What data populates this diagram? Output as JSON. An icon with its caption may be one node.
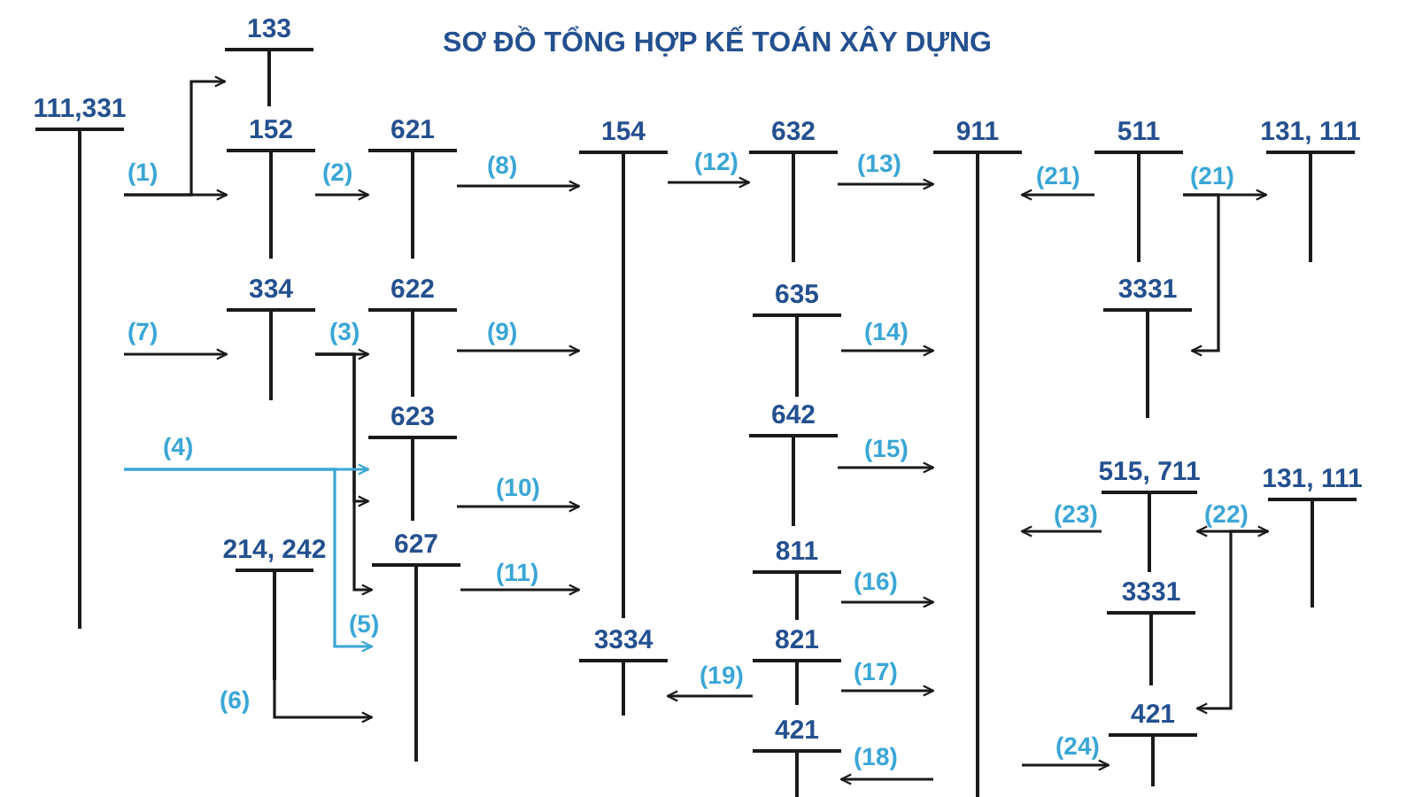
{
  "diagram": {
    "title": "SƠ ĐỒ TỔNG HỢP KẾ TOÁN XÂY DỰNG",
    "nodes": [
      {
        "text": [
          "133"
        ]
      },
      {
        "text": [
          "111,331"
        ]
      },
      {
        "text": [
          "152"
        ]
      },
      {
        "text": [
          "621"
        ]
      },
      {
        "text": [
          "154"
        ]
      },
      {
        "text": [
          "632"
        ]
      },
      {
        "text": [
          "911"
        ]
      },
      {
        "text": [
          "511"
        ]
      },
      {
        "text": [
          "131, 111"
        ]
      },
      {
        "text": [
          "334"
        ]
      },
      {
        "text": [
          "622"
        ]
      },
      {
        "text": [
          "3331"
        ]
      },
      {
        "text": [
          "623"
        ]
      },
      {
        "text": [
          "635"
        ]
      },
      {
        "text": [
          "642"
        ]
      },
      {
        "text": [
          "515, 711"
        ]
      },
      {
        "text": [
          "131, 111"
        ]
      },
      {
        "text": [
          "627"
        ]
      },
      {
        "text": [
          "214, 242"
        ]
      },
      {
        "text": [
          "811"
        ]
      },
      {
        "text": [
          "3331"
        ]
      },
      {
        "text": [
          "3334"
        ]
      },
      {
        "text": [
          "821"
        ]
      },
      {
        "text": [
          "421"
        ]
      },
      {
        "text": [
          "421"
        ]
      }
    ],
    "edges": [
      {
        "from": 1,
        "to": 2,
        "arrow": "to",
        "label": "(1)"
      },
      {
        "from": 1,
        "to": 0,
        "arrow": "to"
      },
      {
        "from": 2,
        "to": 3,
        "arrow": "to",
        "label": "(2)"
      },
      {
        "from": 3,
        "to": 4,
        "arrow": "to",
        "label": "(8)"
      },
      {
        "from": 1,
        "to": 9,
        "arrow": "to",
        "label": "(7)"
      },
      {
        "from": 9,
        "to": 10,
        "arrow": "to",
        "label": "(3)"
      },
      {
        "from": 9,
        "to": 12,
        "arrow": "to"
      },
      {
        "from": 9,
        "to": 17,
        "arrow": "to"
      },
      {
        "from": 10,
        "to": 4,
        "arrow": "to",
        "label": "(9)"
      },
      {
        "from": 1,
        "to": 12,
        "arrow": "to",
        "label": "(4)",
        "color": "#3aa6d6"
      },
      {
        "from": 1,
        "to": 17,
        "arrow": "to",
        "label": "(5)",
        "color": "#3aa6d6"
      },
      {
        "from": 12,
        "to": 4,
        "arrow": "to",
        "label": "(10)"
      },
      {
        "from": 17,
        "to": 4,
        "arrow": "to",
        "label": "(11)"
      },
      {
        "from": 18,
        "to": 17,
        "arrow": "to",
        "label": "(6)"
      },
      {
        "from": 4,
        "to": 5,
        "arrow": "to",
        "label": "(12)"
      },
      {
        "from": 5,
        "to": 6,
        "arrow": "to",
        "label": "(13)"
      },
      {
        "from": 13,
        "to": 6,
        "arrow": "to",
        "label": "(14)"
      },
      {
        "from": 14,
        "to": 6,
        "arrow": "to",
        "label": "(15)"
      },
      {
        "from": 19,
        "to": 6,
        "arrow": "to",
        "label": "(16)"
      },
      {
        "from": 22,
        "to": 6,
        "arrow": "to",
        "label": "(17)"
      },
      {
        "from": 22,
        "to": 21,
        "arrow": "to",
        "label": "(19)"
      },
      {
        "from": 6,
        "to": 23,
        "arrow": "to",
        "label": "(18)"
      },
      {
        "from": 7,
        "to": 6,
        "arrow": "to",
        "label": "(21)"
      },
      {
        "from": 7,
        "to": 8,
        "arrow": "to",
        "label": "(21)"
      },
      {
        "from": 7,
        "to": 11,
        "arrow": "to"
      },
      {
        "from": 15,
        "to": 6,
        "arrow": "to",
        "label": "(23)"
      },
      {
        "from": 15,
        "to": 16,
        "arrow": "both",
        "label": "(22)"
      },
      {
        "from": 16,
        "to": 24,
        "arrow": "to"
      },
      {
        "from": 6,
        "to": 24,
        "arrow": "to",
        "label": "(24)"
      }
    ]
  }
}
